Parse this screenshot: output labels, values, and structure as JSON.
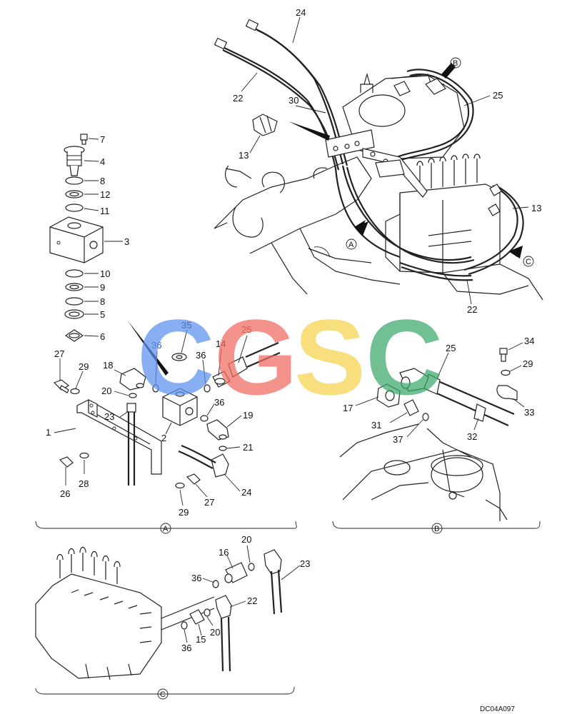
{
  "drawing_code": "DC04A097",
  "watermark": {
    "letters": [
      "C",
      "G",
      "S",
      "C"
    ],
    "colors": [
      "#5b8ff0",
      "#ef6a60",
      "#f6d24a",
      "#3aa86b"
    ]
  },
  "view_labels": {
    "a": "A",
    "b": "B",
    "c": "C"
  },
  "callouts": {
    "main": {
      "n24": "24",
      "n22a": "22",
      "n30": "30",
      "n25": "25",
      "n13a": "13",
      "n13b": "13",
      "n22b": "22"
    },
    "valve_stack": {
      "n7": "7",
      "n4": "4",
      "n8a": "8",
      "n12": "12",
      "n11": "11",
      "n3": "3",
      "n10": "10",
      "n9": "9",
      "n8b": "8",
      "n5": "5",
      "n6": "6"
    },
    "view_a": {
      "n27a": "27",
      "n29a": "29",
      "n18": "18",
      "n20": "20",
      "n23": "23",
      "n1": "1",
      "n26": "26",
      "n28": "28",
      "n36a": "36",
      "n35": "35",
      "n36b": "36",
      "n14": "14",
      "n25": "25",
      "n36c": "36",
      "n2": "2",
      "n19": "19",
      "n21": "21",
      "n24": "24",
      "n27b": "27",
      "n29b": "29"
    },
    "view_b": {
      "n34": "34",
      "n29": "29",
      "n25": "25",
      "n17": "17",
      "n31": "31",
      "n37": "37",
      "n32": "32",
      "n33": "33"
    },
    "view_c": {
      "n20a": "20",
      "n16": "16",
      "n23": "23",
      "n36a": "36",
      "n22": "22",
      "n20b": "20",
      "n15": "15",
      "n36b": "36"
    }
  }
}
